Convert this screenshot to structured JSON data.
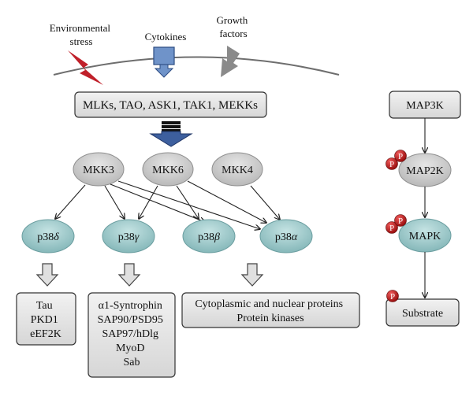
{
  "stimuli": {
    "environmental": [
      "Environmental",
      "stress"
    ],
    "cytokines": "Cytokines",
    "growth": [
      "Growth",
      "factors"
    ]
  },
  "map3k_group": "MLKs, TAO, ASK1, TAK1, MEKKs",
  "mkks": [
    "MKK3",
    "MKK6",
    "MKK4"
  ],
  "p38": [
    {
      "prefix": "p38",
      "greek": "δ"
    },
    {
      "prefix": "p38",
      "greek": "γ"
    },
    {
      "prefix": "p38",
      "greek": "β"
    },
    {
      "prefix": "p38",
      "greek": "α"
    }
  ],
  "substrates": {
    "delta": [
      "Tau",
      "PKD1",
      "eEF2K"
    ],
    "gamma": [
      "α1-Syntrophin",
      "SAP90/PSD95",
      "SAP97/hDlg",
      "MyoD",
      "Sab"
    ],
    "alpha_beta": [
      "Cytoplasmic and nuclear proteins",
      "Protein kinases"
    ]
  },
  "cascade": {
    "map3k": "MAP3K",
    "map2k": "MAP2K",
    "mapk": "MAPK",
    "substrate": "Substrate",
    "phospho_label": "P"
  },
  "colors": {
    "membrane": "#6e6e6e",
    "lightning": "#c0202a",
    "cytokine_box": "#6f93c9",
    "growth_arrow": "#8a8a8a",
    "gray_box": "#e4e4e4",
    "mkk_fill": "#c8c8c8",
    "p38_fill": "#9cc7c7",
    "big_arrow": "#3d5f9e",
    "phospho": "#c01a1a"
  }
}
